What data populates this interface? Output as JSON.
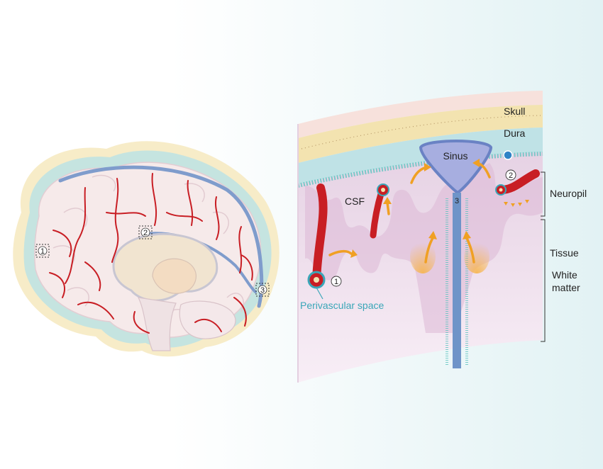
{
  "brain": {
    "markers": [
      {
        "id": "marker-1",
        "text": "1"
      },
      {
        "id": "marker-2",
        "text": "2"
      },
      {
        "id": "marker-3",
        "text": "3"
      }
    ]
  },
  "section": {
    "labels": {
      "skull": "Skull",
      "dura": "Dura",
      "sinus": "Sinus",
      "csf": "CSF",
      "neuropil": "Neuropil",
      "tissue": "Tissue",
      "white_matter_line1": "White",
      "white_matter_line2": "matter",
      "perivascular": "Perivascular space"
    },
    "callouts": {
      "one": "1",
      "two": "2",
      "three": "3"
    }
  },
  "colors": {
    "skull": "#f3e3b0",
    "dura": "#bfe2e6",
    "tissue": "#e8d6e6",
    "artery": "#c81e24",
    "vein": "#6f94c8",
    "flow": "#f0a023",
    "perivascular": "#3aa6b8"
  }
}
